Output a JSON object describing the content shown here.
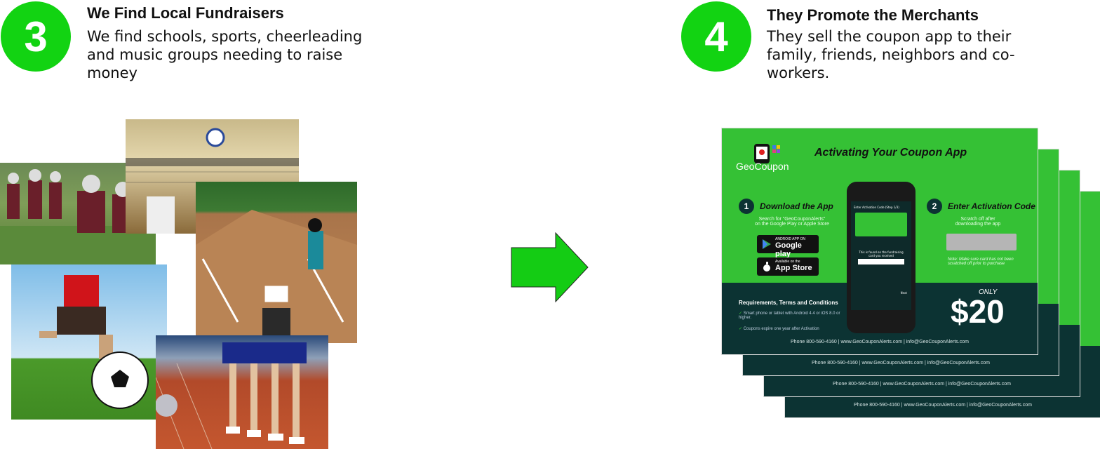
{
  "step3": {
    "number": "3",
    "title": "We Find Local Fundraisers",
    "description_lines": [
      "We find schools, sports, cheerleading",
      "and music groups needing to raise",
      "money"
    ]
  },
  "step4": {
    "number": "4",
    "title": "They Promote the Merchants",
    "description_lines": [
      "They sell the coupon app to their",
      "family, friends, neighbors and co-",
      "workers."
    ]
  },
  "card": {
    "logo_text": "GeoCoupon",
    "title": "Activating Your Coupon App",
    "step1_num": "1",
    "step1_title": "Download the App",
    "step1_text_a": "Search for \"GeoCouponAlerts\"",
    "step1_text_b": "on the Google Play or Apple Store",
    "google_small": "ANDROID APP ON",
    "google_big": "Google play",
    "apple_small": "Available on the",
    "apple_big": "App Store",
    "step2_num": "2",
    "step2_title": "Enter Activation Code",
    "step2_text_a": "Scratch off after",
    "step2_text_b": "downloading the app",
    "note": "Note: Make sure card has not been scratched off prior to purchase",
    "screen_title": "Enter Activation Code (Step 1/3)",
    "screen_msg": "This is found on the fundraising card you received",
    "screen_next": "Next",
    "requirements_title": "Requirements, Terms and Conditions",
    "req1": "Smart phone or tablet with Android 4.4 or iOS 8.0 or higher.",
    "req2": "Coupons expire one year after Activation",
    "only": "ONLY",
    "price": "$20",
    "footer": "Phone 800-590-4160  |  www.GeoCouponAlerts.com  |  info@GeoCouponAlerts.com"
  },
  "colors": {
    "accent_green": "#12d312",
    "card_green": "#35c135",
    "card_dark": "#0c3333"
  }
}
